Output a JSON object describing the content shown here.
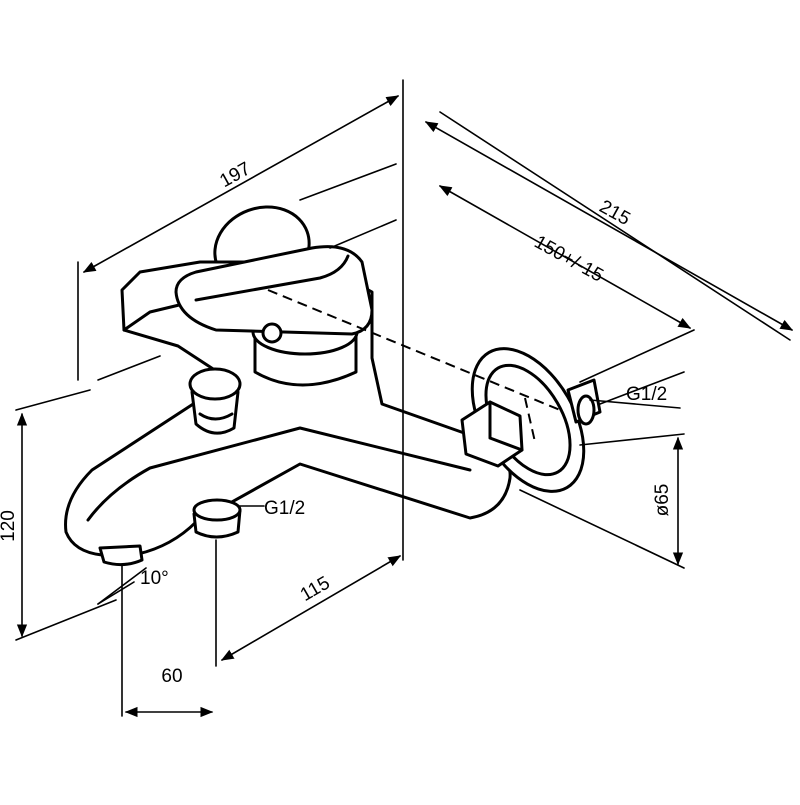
{
  "dimensions": {
    "width_total": "197",
    "depth_total": "215",
    "wall_distance": "150+/-15",
    "height": "120",
    "spout_to_wall": "115",
    "spout_offset": "60",
    "spout_angle": "10°",
    "rosette_diameter": "ø65",
    "thread_inlet": "G1/2",
    "thread_outlet": "G1/2"
  }
}
